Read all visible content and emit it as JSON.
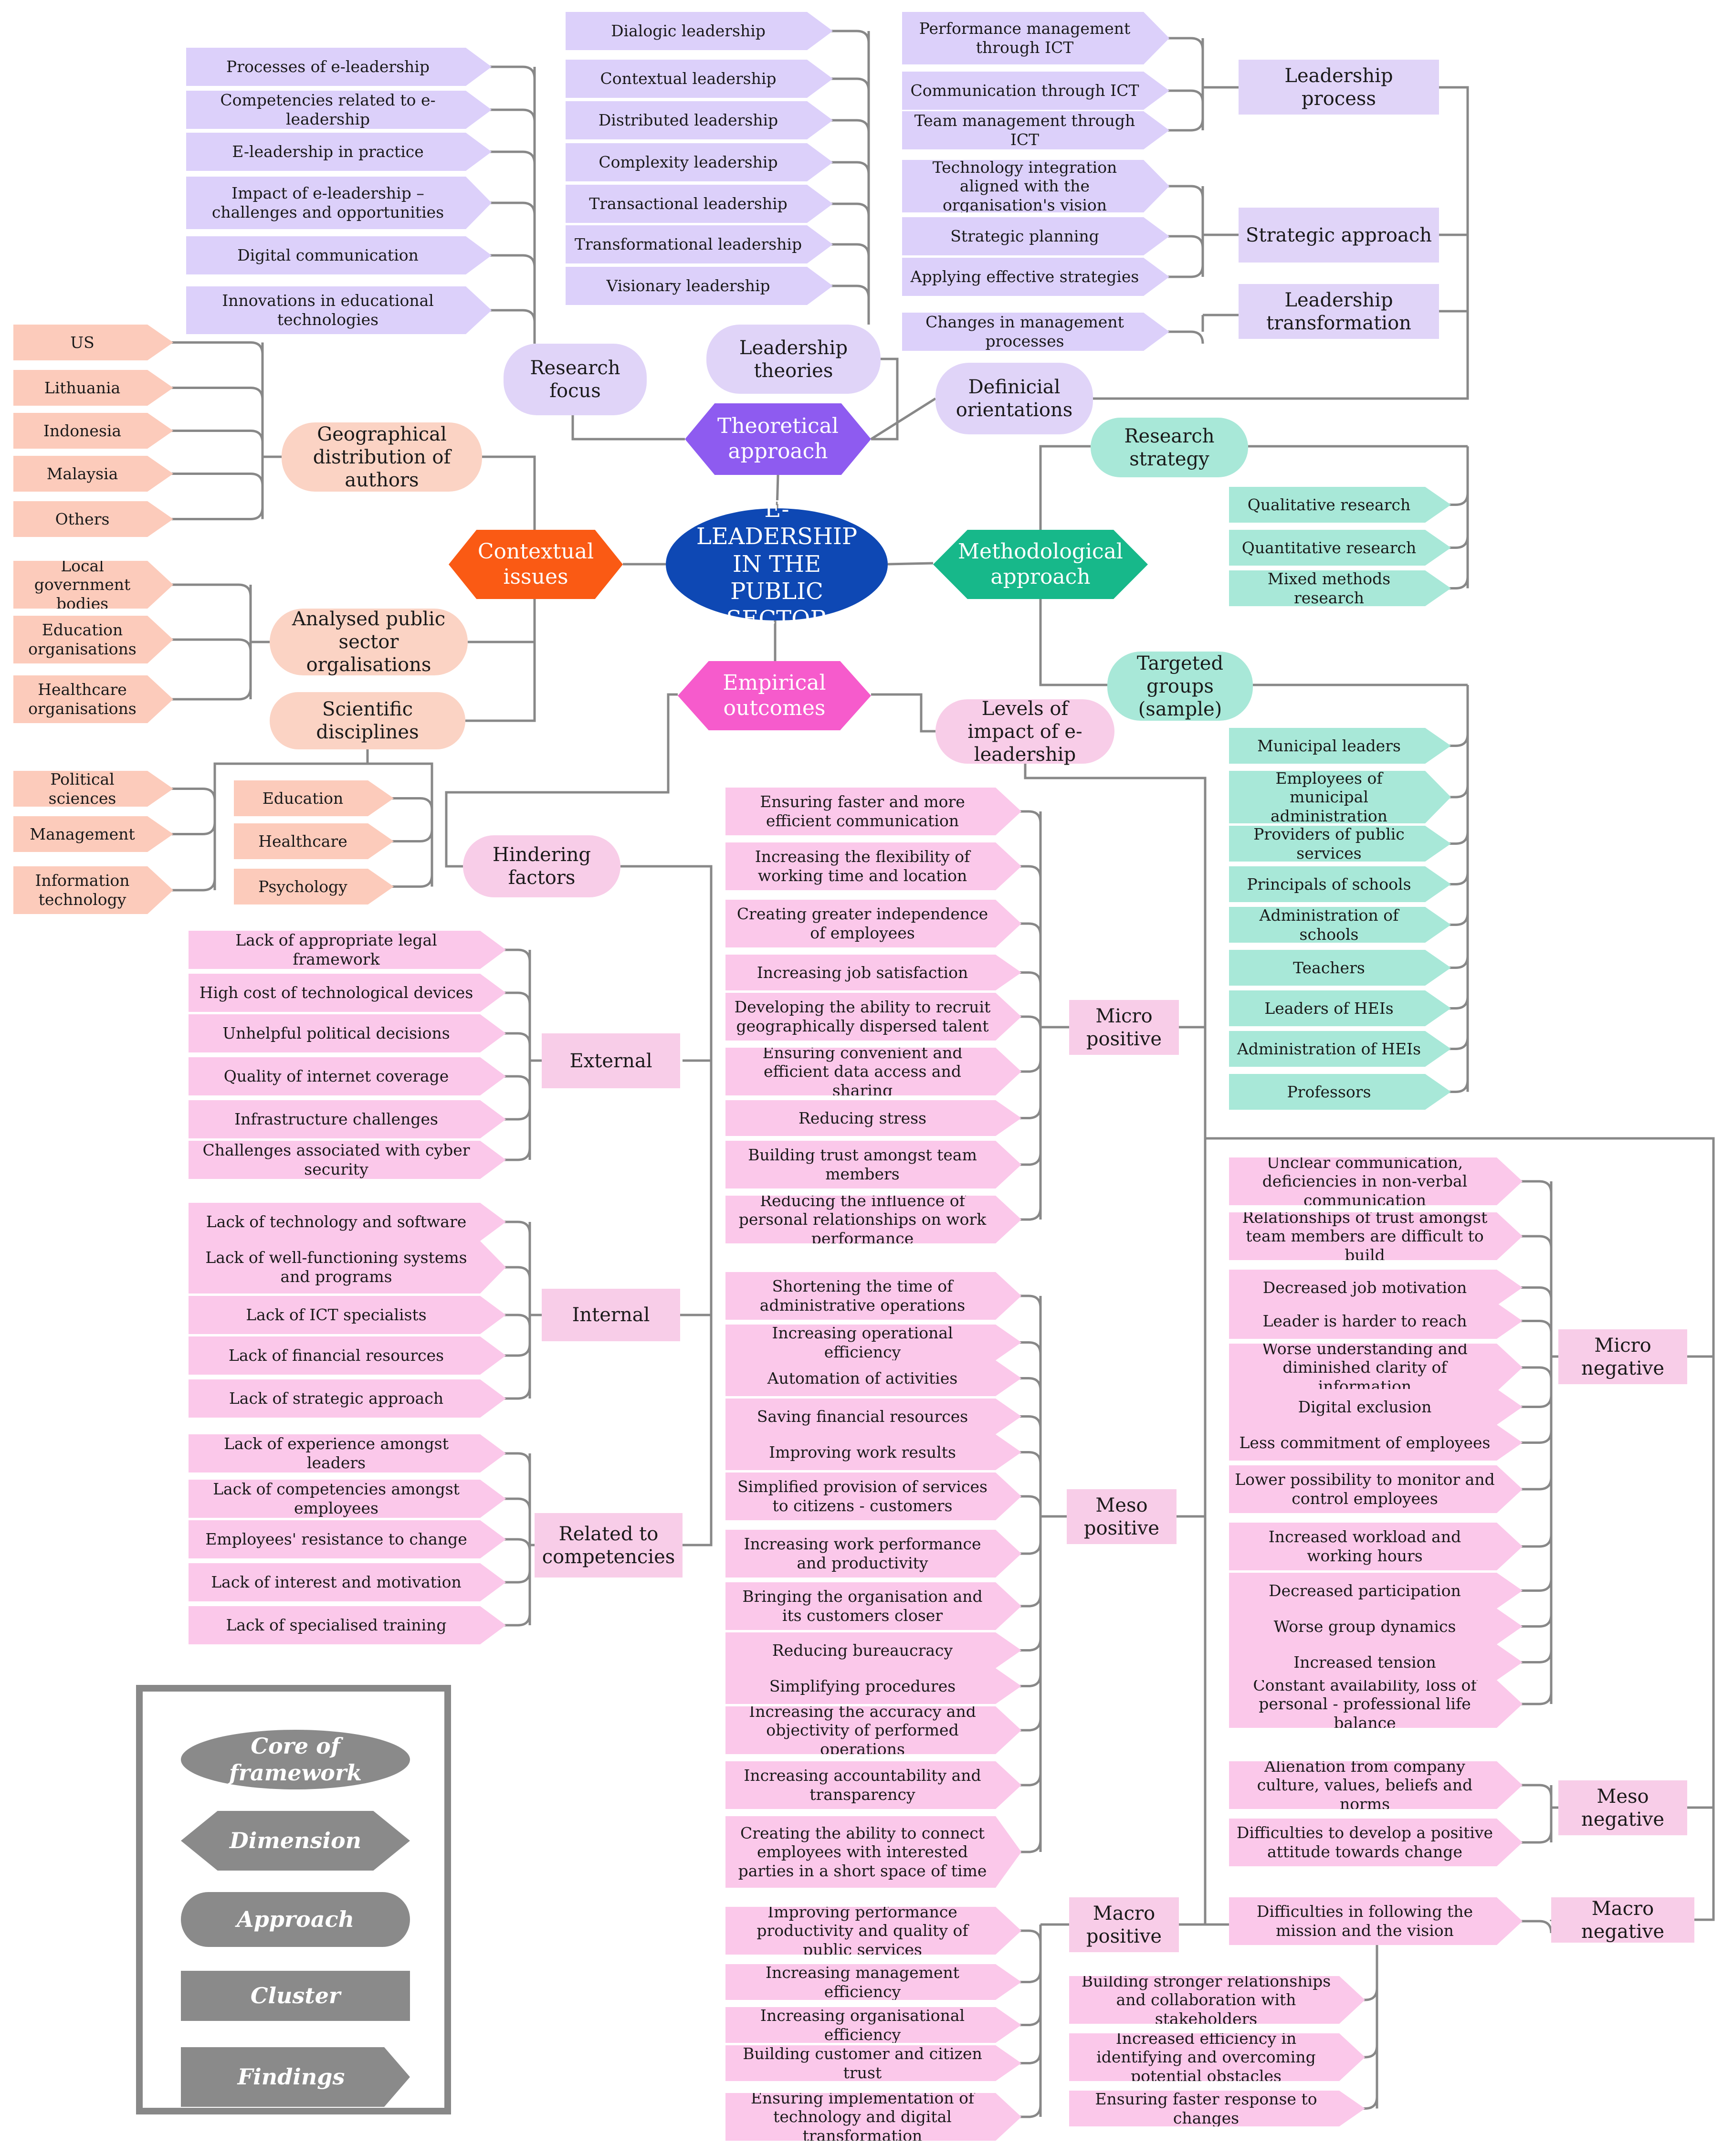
{
  "colors": {
    "lavender": "#e0d4f8",
    "lavender_arrow": "#dcd0fa",
    "purple_dim": "#8e5bf0",
    "peach": "#fbd3c4",
    "peach_arrow": "#fccbbb",
    "orange_dim": "#fa5a14",
    "mint": "#a8e8d8",
    "green_dim": "#17b88a",
    "pink": "#f8cde8",
    "pink_arrow": "#fbc8ea",
    "magenta_dim": "#f65bcc",
    "core": "#0e48b4",
    "legend_gray": "#8a8a8a",
    "line": "#888888"
  },
  "core": {
    "label": "E-LEADERSHIP IN THE PUBLIC SECTOR"
  },
  "dimensions": {
    "theoretical": "Theoretical approach",
    "contextual": "Contextual issues",
    "methodological": "Methodological approach",
    "empirical": "Empirical outcomes"
  },
  "approaches": {
    "research_focus": "Research focus",
    "leadership_theories": "Leadership theories",
    "definicial_orientations": "Definicial orientations",
    "geographical": "Geographical distribution of authors",
    "analysed_public": "Analysed public sector orgalisations",
    "scientific_disciplines": "Scientific disciplines",
    "research_strategy": "Research strategy",
    "targeted_groups": "Targeted groups (sample)",
    "levels_of_impact": "Levels of impact of e-leadership",
    "hindering_factors": "Hindering factors"
  },
  "clusters": {
    "leadership_process": "Leadership process",
    "strategic_approach": "Strategic approach",
    "leadership_transformation": "Leadership transformation",
    "external": "External",
    "internal": "Internal",
    "related_competencies": "Related to competencies",
    "micro_positive": "Micro positive",
    "meso_positive": "Meso positive",
    "macro_positive": "Macro positive",
    "micro_negative": "Micro negative",
    "meso_negative": "Meso negative",
    "macro_negative": "Macro negative"
  },
  "findings": {
    "research_focus": [
      "Processes of e-leadership",
      "Competencies related to e-leadership",
      "E-leadership in practice",
      "Impact of e-leadership – challenges and opportunities",
      "Digital communication",
      "Innovations in educational technologies"
    ],
    "leadership_theories": [
      "Dialogic leadership",
      "Contextual leadership",
      "Distributed leadership",
      "Complexity leadership",
      "Transactional leadership",
      "Transformational leadership",
      "Visionary leadership"
    ],
    "leadership_process": [
      "Performance management through ICT",
      "Communication through ICT",
      "Team management through ICT"
    ],
    "strategic_approach": [
      "Technology integration aligned with the organisation's vision",
      "Strategic planning",
      "Applying effective strategies"
    ],
    "leadership_transformation": [
      "Changes in management processes"
    ],
    "geographical": [
      "US",
      "Lithuania",
      "Indonesia",
      "Malaysia",
      "Others"
    ],
    "analysed_public": [
      "Local government bodies",
      "Education organisations",
      "Healthcare organisations"
    ],
    "disciplines_left": [
      "Political sciences",
      "Management",
      "Information technology"
    ],
    "disciplines_right": [
      "Education",
      "Healthcare",
      "Psychology"
    ],
    "research_strategy": [
      "Qualitative research",
      "Quantitative research",
      "Mixed methods research"
    ],
    "targeted_groups": [
      "Municipal leaders",
      "Employees of municipal administration",
      "Providers of public services",
      "Principals of schools",
      "Administration of schools",
      "Teachers",
      "Leaders of HEIs",
      "Administration of HEIs",
      "Professors"
    ],
    "external": [
      "Lack of appropriate legal framework",
      "High cost of technological devices",
      "Unhelpful political decisions",
      "Quality of internet coverage",
      "Infrastructure challenges",
      "Challenges associated with cyber security"
    ],
    "internal": [
      "Lack of technology and software",
      "Lack of well-functioning systems and programs",
      "Lack of ICT specialists",
      "Lack of financial resources",
      "Lack of strategic approach"
    ],
    "related_competencies": [
      "Lack of experience amongst leaders",
      "Lack of competencies amongst employees",
      "Employees' resistance to change",
      "Lack of interest and motivation",
      "Lack of specialised training"
    ],
    "micro_positive": [
      "Ensuring faster and more efficient communication",
      "Increasing the flexibility of working time and location",
      "Creating greater independence of employees",
      "Increasing job satisfaction",
      "Developing the ability to recruit geographically dispersed talent",
      "Ensuring convenient and efficient data access and sharing",
      "Reducing stress",
      "Building trust amongst team members",
      "Reducing the influence of personal relationships on work performance"
    ],
    "meso_positive": [
      "Shortening the time of administrative operations",
      "Increasing operational efficiency",
      "Automation of activities",
      "Saving financial resources",
      "Improving work results",
      "Simplified provision of services to citizens - customers",
      "Increasing work performance and productivity",
      "Bringing the organisation and its customers closer",
      "Reducing bureaucracy",
      "Simplifying procedures",
      "Increasing the accuracy and objectivity of performed operations",
      "Increasing accountability and transparency",
      "Creating the ability to connect employees with interested parties in a short space of time"
    ],
    "macro_positive_left": [
      "Improving performance productivity and quality of public services",
      "Increasing management efficiency",
      "Increasing organisational efficiency",
      "Building customer and citizen trust",
      "Ensuring implementation of technology and digital transformation"
    ],
    "macro_positive_right": [
      "Building stronger relationships and collaboration with stakeholders",
      "Increased efficiency in identifying and overcoming potential obstacles",
      "Ensuring faster response to changes"
    ],
    "micro_negative": [
      "Unclear communication, deficiencies in non-verbal communication",
      "Relationships of trust amongst team members are difficult to build",
      "Decreased job motivation",
      "Leader is harder to reach",
      "Worse understanding and diminished clarity of information",
      "Digital exclusion",
      "Less commitment of employees",
      "Lower possibility to monitor and control employees",
      "Increased workload and working hours",
      "Decreased participation",
      "Worse group dynamics",
      "Increased tension",
      "Constant availability, loss of personal - professional life balance"
    ],
    "meso_negative": [
      "Alienation from company culture, values, beliefs and norms",
      "Difficulties to develop a positive attitude towards change"
    ],
    "macro_negative": [
      "Difficulties in following the mission and the vision"
    ]
  },
  "legend": {
    "core": "Core of framework",
    "dimension": "Dimension",
    "approach": "Approach",
    "cluster": "Cluster",
    "findings": "Findings"
  }
}
